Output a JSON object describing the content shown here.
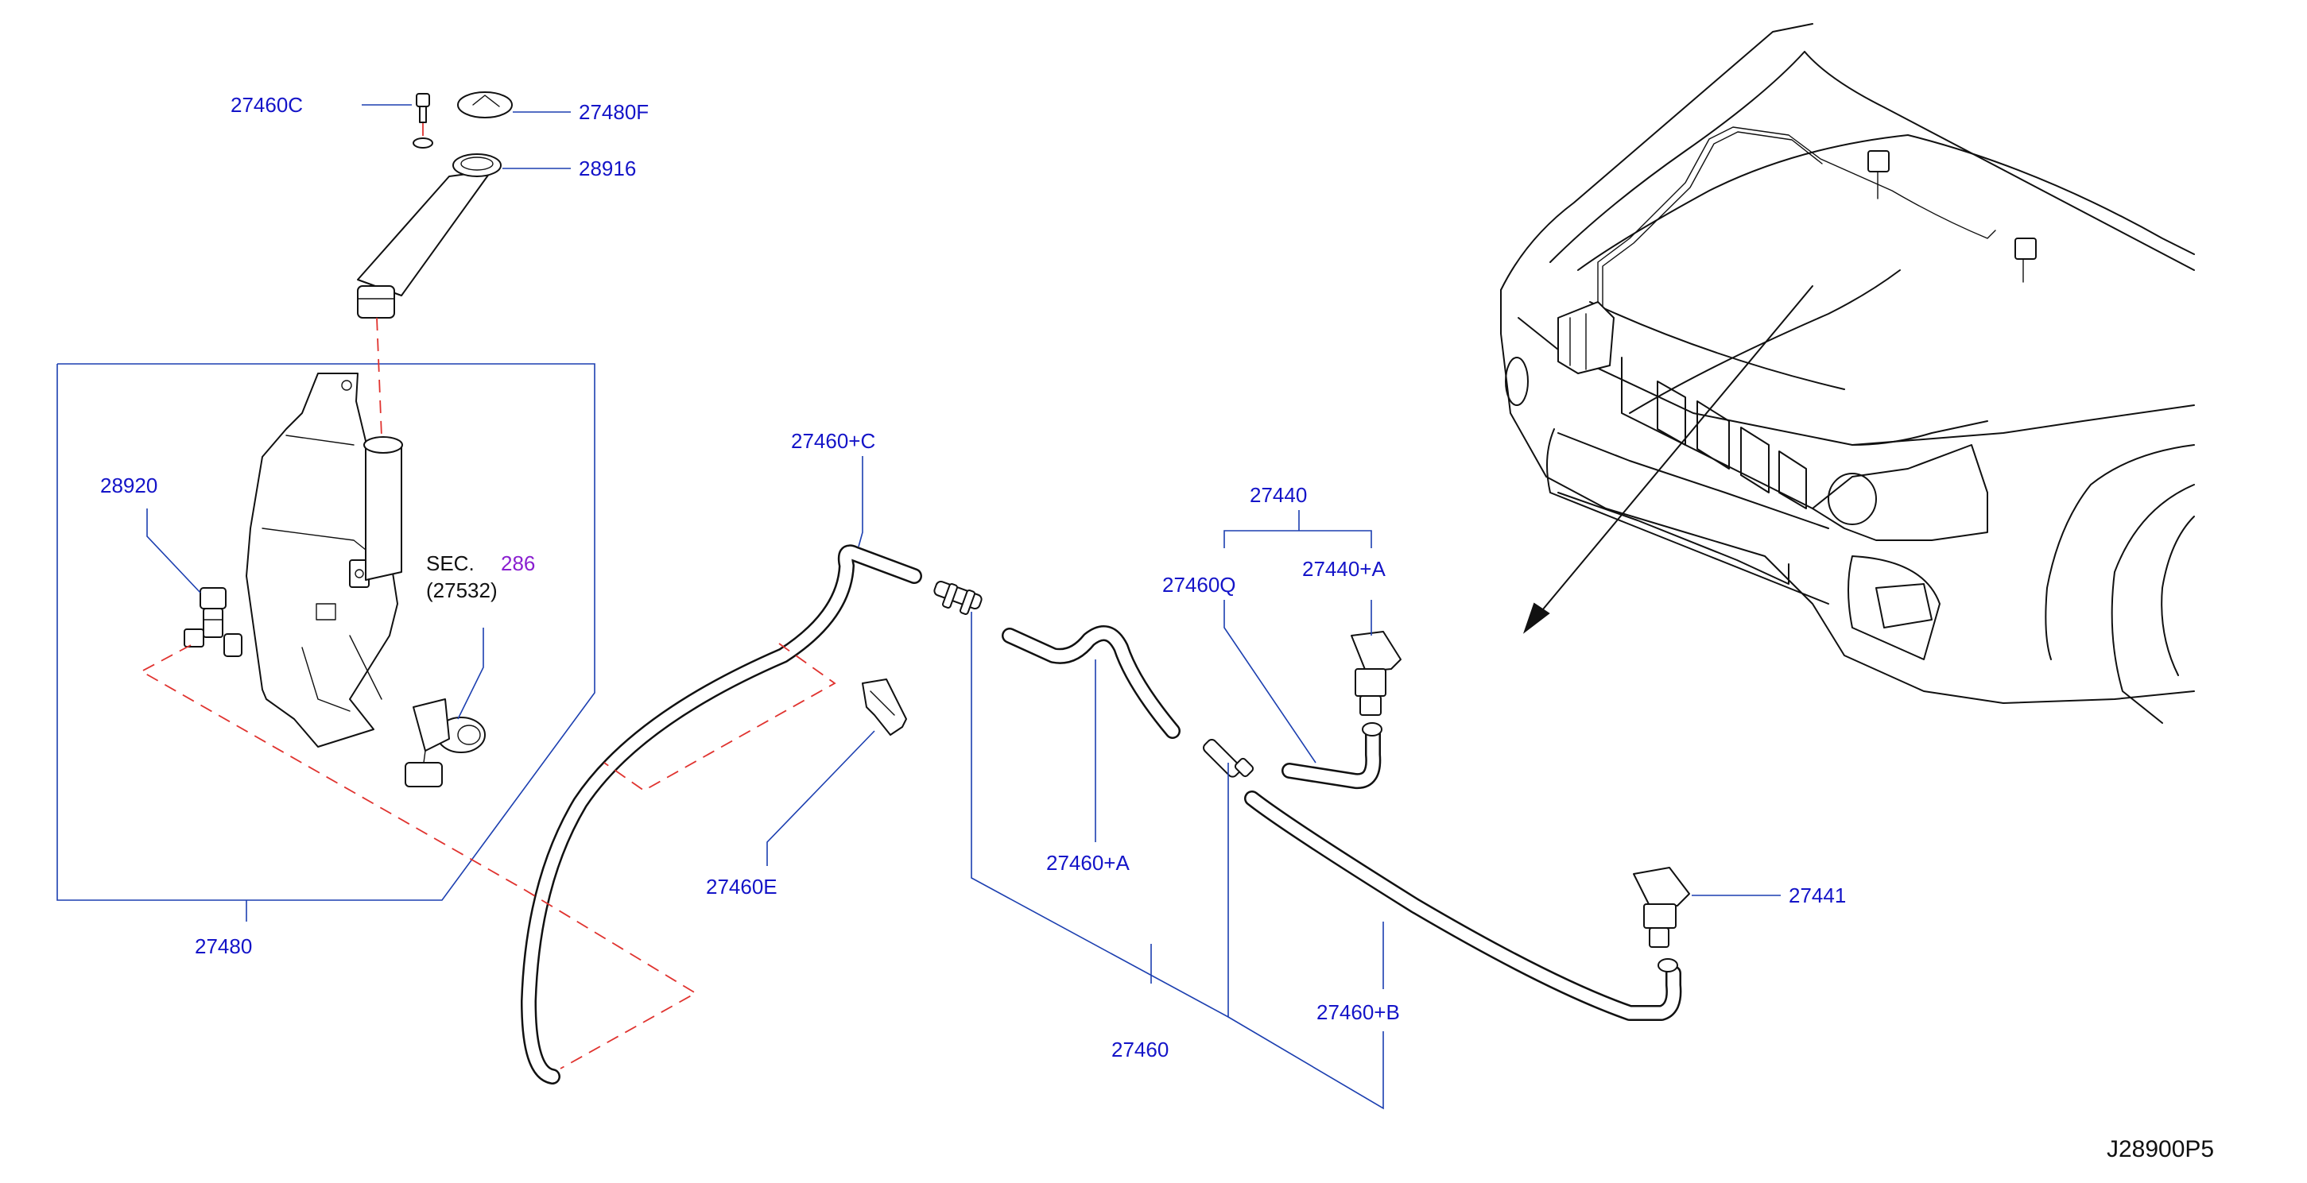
{
  "diagram_code": "J28900P5",
  "labels": {
    "p27460C": "27460C",
    "p27480F": "27480F",
    "p28916": "28916",
    "p28920": "28920",
    "sec_prefix": "SEC.",
    "sec_number": "286",
    "sec_ref": "(27532)",
    "p27480": "27480",
    "p27460pC": "27460+C",
    "p27460E": "27460E",
    "p27460pA": "27460+A",
    "p27460": "27460",
    "p27440": "27440",
    "p27460Q": "27460Q",
    "p27440pA": "27440+A",
    "p27441": "27441",
    "p27460pB": "27460+B"
  },
  "colors": {
    "label": "#1414c8",
    "leader": "#1c3fb0",
    "dashed_guide": "#e0332f",
    "section_number": "#8a1fd0",
    "linework": "#111111"
  }
}
